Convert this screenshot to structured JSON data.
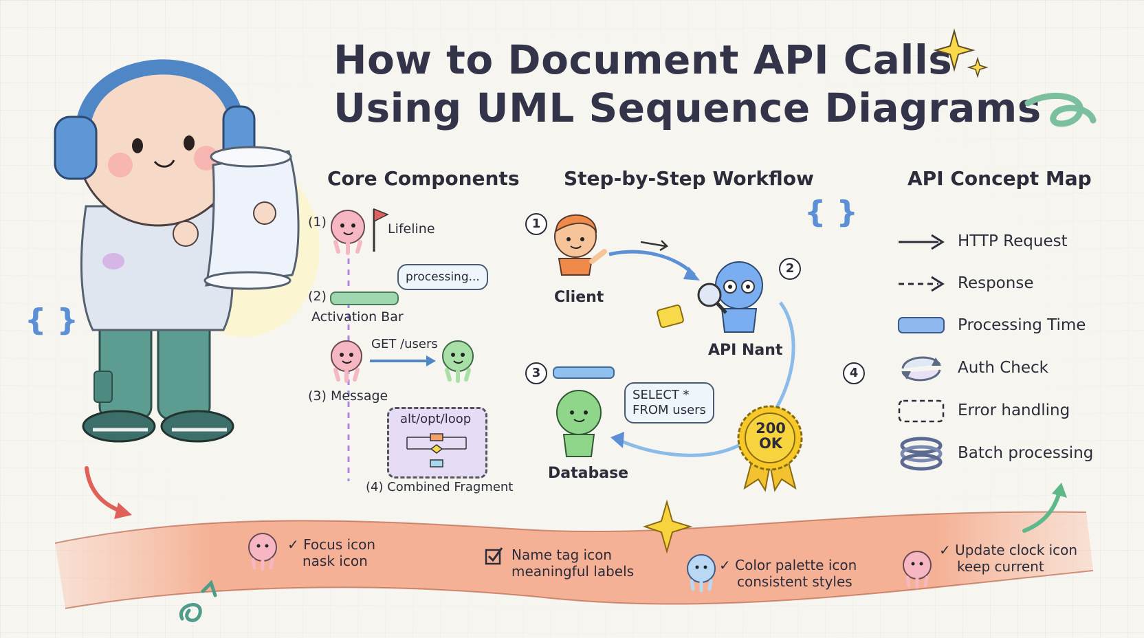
{
  "title": {
    "line1": "How to Document API Calls",
    "line2": "Using UML Sequence Diagrams"
  },
  "sections": {
    "core": "Core Components",
    "workflow": "Step-by-Step Workflow",
    "concept_map": "API Concept Map"
  },
  "core_components": {
    "lifeline_num": "(1)",
    "lifeline": "Lifeline",
    "processing_bubble": "processing...",
    "activation_num": "(2)",
    "activation_bar": "Activation Bar",
    "message_label": "GET /users",
    "message": "(3) Message",
    "fragment_label": "alt/opt/loop",
    "fragment": "(4) Combined Fragment"
  },
  "workflow": {
    "step1": "1",
    "step2": "2",
    "step3": "3",
    "step4": "4",
    "client": "Client",
    "api": "API Nant",
    "database": "Database",
    "query_line1": "SELECT *",
    "query_line2": "FROM users",
    "badge_line1": "200",
    "badge_line2": "OK"
  },
  "legend": [
    {
      "icon": "solid-arrow-icon",
      "label": "HTTP Request"
    },
    {
      "icon": "dashed-arrow-icon",
      "label": "Response"
    },
    {
      "icon": "blue-bar-icon",
      "label": "Processing Time"
    },
    {
      "icon": "cycle-arrows-icon",
      "label": "Auth Check"
    },
    {
      "icon": "dashed-box-icon",
      "label": "Error handling"
    },
    {
      "icon": "stacked-rings-icon",
      "label": "Batch processing"
    }
  ],
  "tips": [
    {
      "line1": "✓ Focus icon",
      "line2": "nask icon"
    },
    {
      "line1": "Name tag icon",
      "line2": "meaningful labels"
    },
    {
      "line1": "✓ Color palette icon",
      "line2": "consistent styles"
    },
    {
      "line1": "✓ Update clock icon",
      "line2": "keep current"
    }
  ],
  "colors": {
    "title": "#33344a",
    "accent_blue": "#5b8fd6",
    "accent_green": "#7fcf7a",
    "accent_orange": "#f08a4b",
    "ribbon": "#f4a585",
    "gold": "#f2c230",
    "purple": "#b9a3e6"
  }
}
